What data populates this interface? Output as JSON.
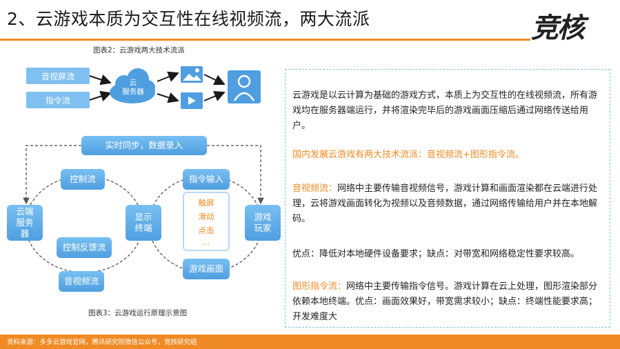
{
  "header": {
    "title": "2、云游戏本质为交互性在线视频流，两大流派",
    "logo": "竞核"
  },
  "figure2": {
    "caption": "图表2：云游戏两大技术流派",
    "av_stream": "音视屏流",
    "cmd_stream": "指令流",
    "cloud_line1": "云",
    "cloud_line2": "服务器"
  },
  "figure3": {
    "caption": "图表3：云游戏运行原理示意图",
    "sync": "实时同步，数据录入",
    "cloud_server": "云端服务器",
    "control_stream": "控制流",
    "control_feedback": "控制反馈流",
    "av_stream": "音视频流",
    "display_terminal": "显示终端",
    "cmd_input": "指令输入",
    "inputs": [
      "触屏",
      "滑动",
      "点击",
      "…"
    ],
    "game_screen": "游戏画面",
    "player": "游戏玩家"
  },
  "text": {
    "p1": "云游戏是以云计算为基础的游戏方式，本质上为交互性的在线视频流，所有游戏均在服务器端运行，并将渲染完毕后的游戏画面压缩后通过网络传送给用户。",
    "p2": "国内发展云游戏有两大技术流派：音视频流+图形指令流。",
    "p3_label": "音视频流：",
    "p3": "网络中主要传输音视频信号，游戏计算和画面渲染都在云端进行处理，云将游戏画面转化为视频以及音频数据，通过网络传输给用户并在本地解码。",
    "p4": "优点：降低对本地硬件设备要求；缺点：对带宽和网络稳定性要求较高。",
    "p5_label": "图形指令流：",
    "p5": "网络中主要传输指令信号。游戏计算在云上处理，图形渲染部分依赖本地终端。优点：画面效果好，带宽需求较小；缺点：终端性能要求高；开发难度大"
  },
  "footer": {
    "source": "资料来源：多多云游戏官网，腾讯研究院微信公众号，竞核研究组"
  },
  "colors": {
    "accent": "#f08a24",
    "node_blue": "#4f9ee0",
    "panel_border": "#7bc6d6"
  }
}
